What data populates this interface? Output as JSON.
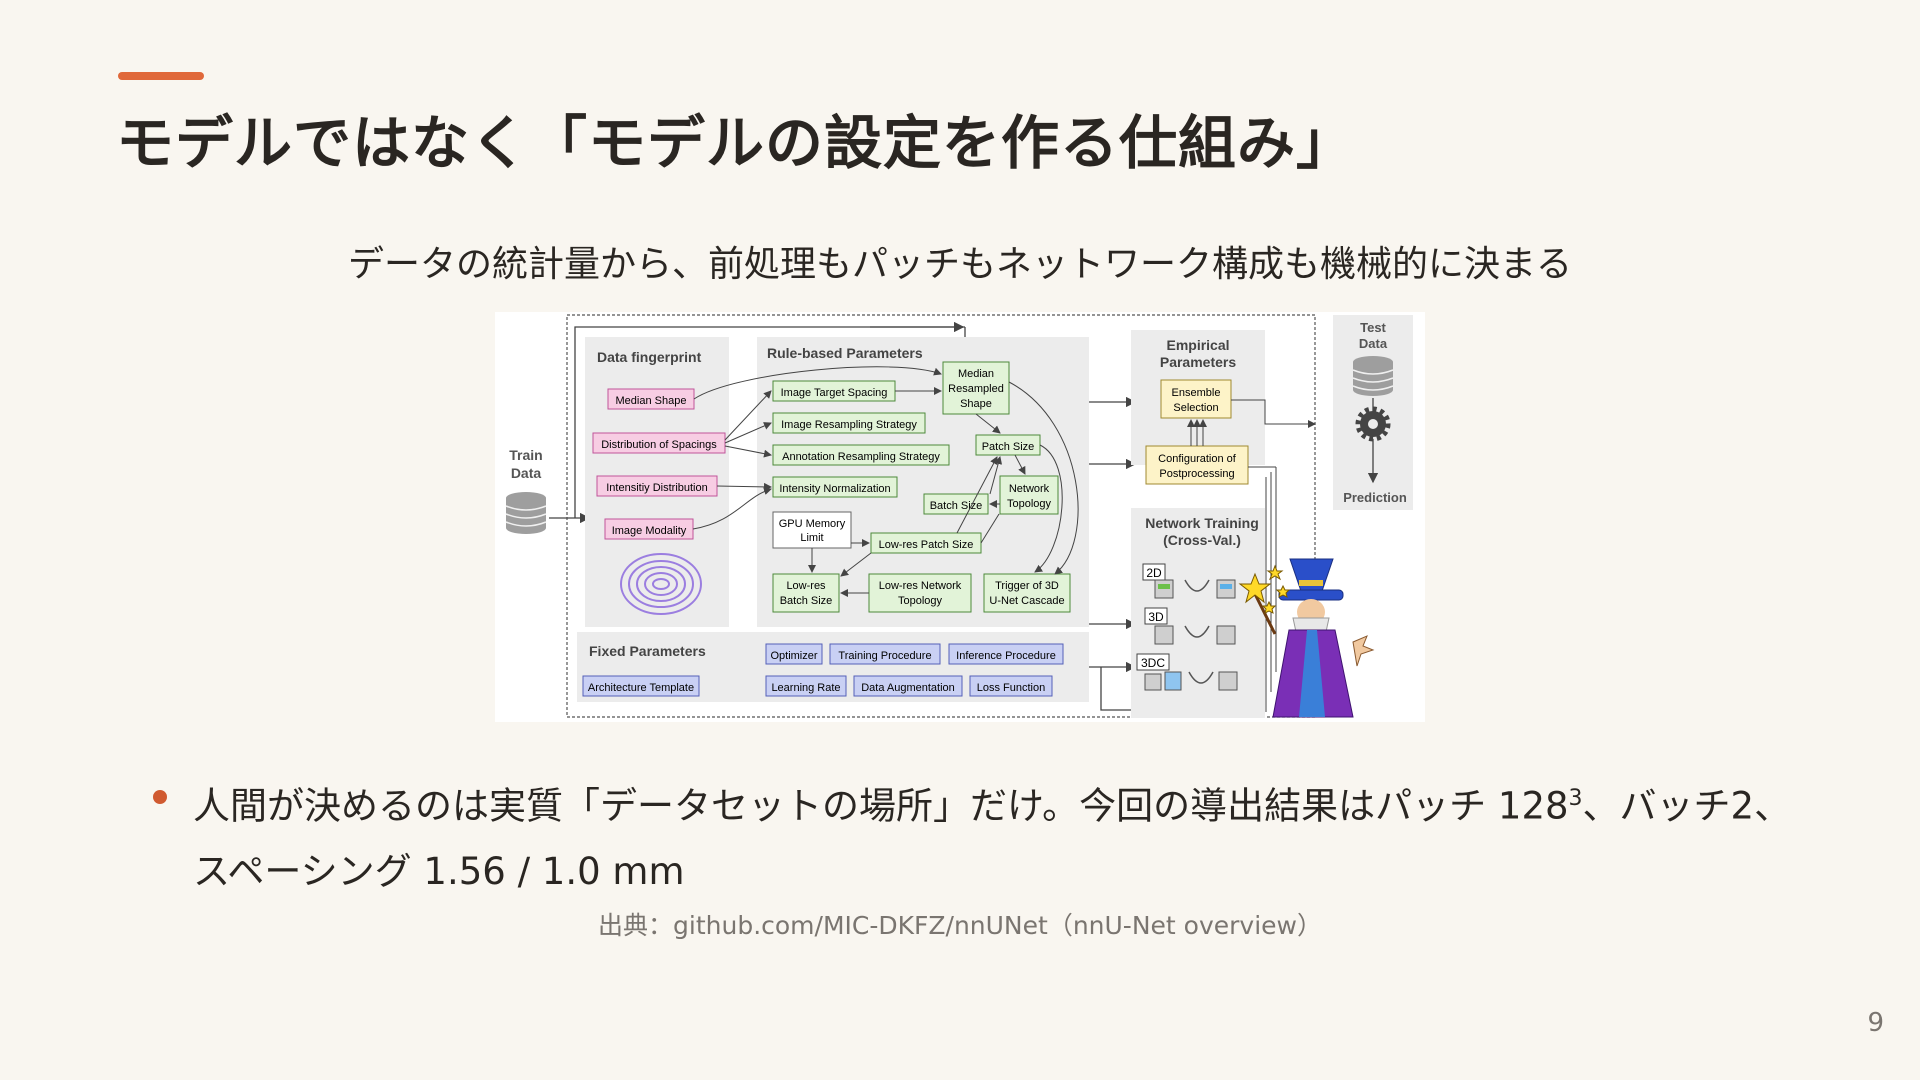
{
  "slide": {
    "title": "モデルではなく「モデルの設定を作る仕組み」",
    "subtitle": "データの統計量から、前処理もパッチもネットワーク構成も機械的に決まる",
    "bullet": {
      "prefix": "人間が決めるのは実質「データセットの場所」だけ。今回の導出結果はパッチ 128",
      "sup": "3",
      "suffix": "、バッチ2、スペーシング 1.56 / 1.0 mm"
    },
    "source": "出典：github.com/MIC-DKFZ/nnUNet（nnU-Net overview）",
    "page_number": "9",
    "colors": {
      "accent": "#e0683a",
      "bullet": "#d05a30",
      "background": "#f9f6f0"
    }
  },
  "diagram": {
    "train_data": [
      "Train",
      "Data"
    ],
    "test_data": [
      "Test",
      "Data"
    ],
    "prediction": "Prediction",
    "fingerprint": {
      "heading": "Data fingerprint",
      "items": [
        "Median Shape",
        "Distribution of Spacings",
        "Intensitiy Distribution",
        "Image Modality"
      ]
    },
    "rule_based": {
      "heading": "Rule-based Parameters",
      "image_target_spacing": "Image Target Spacing",
      "image_resampling": "Image Resampling Strategy",
      "annotation_resampling": "Annotation Resampling Strategy",
      "intensity_norm": "Intensity Normalization",
      "gpu_memory": [
        "GPU Memory",
        "Limit"
      ],
      "median_resampled": [
        "Median",
        "Resampled",
        "Shape"
      ],
      "patch_size": "Patch Size",
      "network_topology": [
        "Network",
        "Topology"
      ],
      "batch_size": "Batch Size",
      "lowres_patch": "Low-res Patch Size",
      "lowres_batch": [
        "Low-res",
        "Batch Size"
      ],
      "lowres_network": [
        "Low-res Network",
        "Topology"
      ],
      "trigger_cascade": [
        "Trigger of 3D",
        "U-Net Cascade"
      ]
    },
    "fixed": {
      "heading": "Fixed Parameters",
      "items": [
        "Architecture Template",
        "Optimizer",
        "Training Procedure",
        "Inference Procedure",
        "Learning Rate",
        "Data Augmentation",
        "Loss Function"
      ]
    },
    "empirical": {
      "heading": [
        "Empirical",
        "Parameters"
      ],
      "ensemble": [
        "Ensemble",
        "Selection"
      ],
      "postprocessing": [
        "Configuration of",
        "Postprocessing"
      ]
    },
    "network_training": {
      "heading": [
        "Network Training",
        "(Cross-Val.)"
      ],
      "configs": [
        "2D",
        "3D",
        "3DC"
      ]
    },
    "colors": {
      "pink": "#f7cde3",
      "pink_border": "#c0559a",
      "green": "#e2f3d8",
      "green_border": "#4d8a3a",
      "blue": "#c9d0f4",
      "blue_border": "#5560b8",
      "yellow": "#fdf3c8",
      "yellow_border": "#a08a30",
      "panel": "#ececec"
    }
  }
}
